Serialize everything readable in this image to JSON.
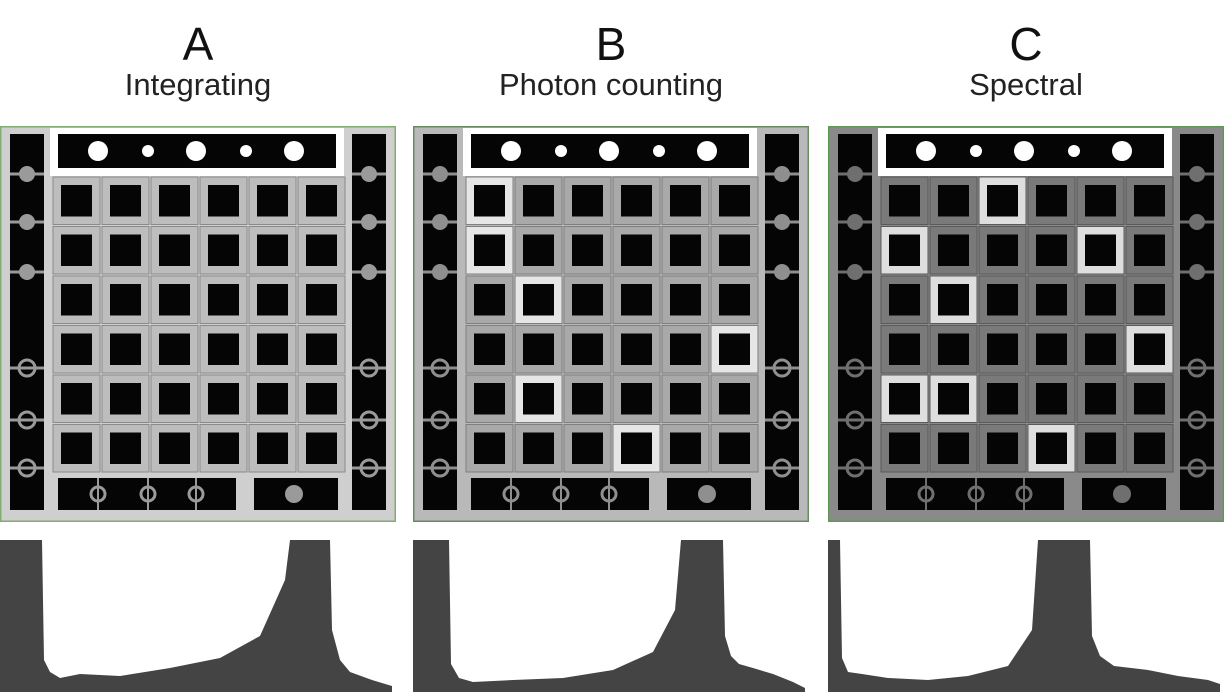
{
  "panels": [
    {
      "letter": "A",
      "subtitle": "Integrating",
      "colors": {
        "bg": "#cfcfcf",
        "cell": "#bdbdbd",
        "bright": "#f2f2f2",
        "bar": "#ffffff",
        "grid": "#8a8a8a",
        "rod": "#9a9a9a",
        "border": "#7fae6f"
      },
      "bright_cells": [],
      "histogram": "A"
    },
    {
      "letter": "B",
      "subtitle": "Photon counting",
      "colors": {
        "bg": "#b9b9b9",
        "cell": "#a9a9a9",
        "bright": "#e6e6e6",
        "bar": "#ffffff",
        "grid": "#7f7f7f",
        "rod": "#8f8f8f",
        "border": "#6a8a60"
      },
      "bright_cells": [
        [
          0,
          0
        ],
        [
          1,
          0
        ],
        [
          2,
          1
        ],
        [
          3,
          5
        ],
        [
          4,
          1
        ],
        [
          5,
          3
        ]
      ],
      "histogram": "B"
    },
    {
      "letter": "C",
      "subtitle": "Spectral",
      "colors": {
        "bg": "#8a8a8a",
        "cell": "#7a7a7a",
        "bright": "#dedede",
        "bar": "#ffffff",
        "grid": "#5a5a5a",
        "rod": "#6f6f6f",
        "border": "#5f9a55"
      },
      "bright_cells": [
        [
          0,
          2
        ],
        [
          1,
          0
        ],
        [
          1,
          4
        ],
        [
          2,
          1
        ],
        [
          3,
          5
        ],
        [
          4,
          0
        ],
        [
          4,
          1
        ],
        [
          5,
          3
        ]
      ],
      "histogram": "C"
    }
  ]
}
